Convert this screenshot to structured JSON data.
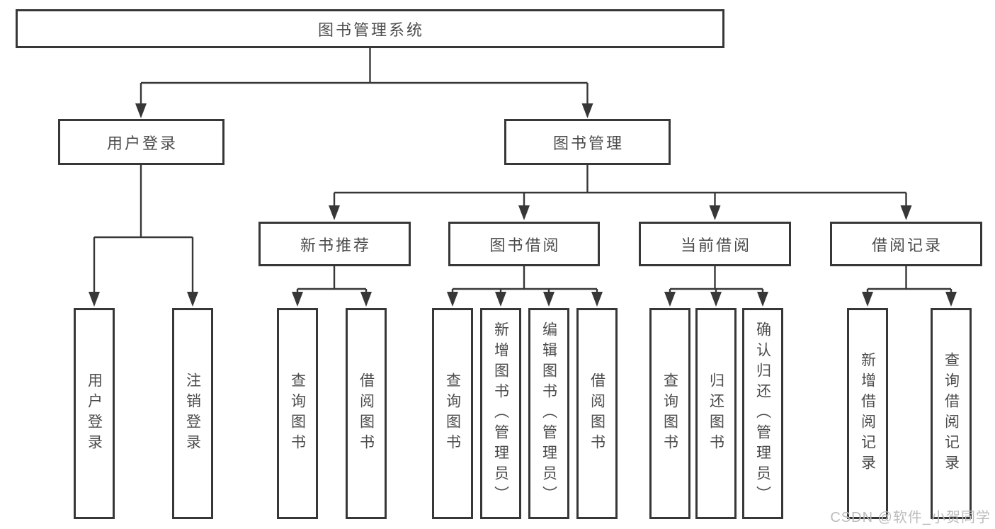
{
  "diagram": {
    "root": {
      "label": "图书管理系统"
    },
    "children": [
      {
        "label": "用户登录",
        "children": [
          {
            "label": "用户登录"
          },
          {
            "label": "注销登录"
          }
        ]
      },
      {
        "label": "图书管理",
        "children": [
          {
            "label": "新书推荐",
            "children": [
              {
                "label": "查询图书"
              },
              {
                "label": "借阅图书"
              }
            ]
          },
          {
            "label": "图书借阅",
            "children": [
              {
                "label": "查询图书"
              },
              {
                "label": "新增图书（管理员）"
              },
              {
                "label": "编辑图书（管理员）"
              },
              {
                "label": "借阅图书"
              }
            ]
          },
          {
            "label": "当前借阅",
            "children": [
              {
                "label": "查询图书"
              },
              {
                "label": "归还图书"
              },
              {
                "label": "确认归还（管理员）"
              }
            ]
          },
          {
            "label": "借阅记录",
            "children": [
              {
                "label": "新增借阅记录"
              },
              {
                "label": "查询借阅记录"
              }
            ]
          }
        ]
      }
    ]
  },
  "watermark": {
    "text": "CSDN @软件_小贺同学"
  },
  "colors": {
    "line": "#373737",
    "text": "#4c4c4c",
    "watermark": "#bcbcbc",
    "bg": "#ffffff"
  }
}
